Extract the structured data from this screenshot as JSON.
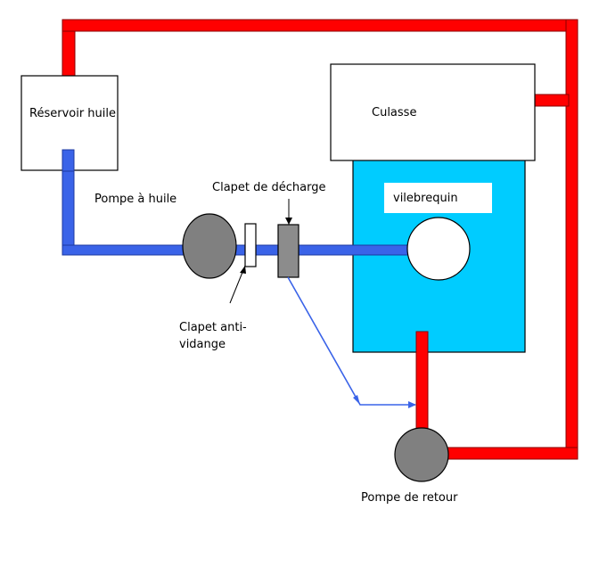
{
  "labels": {
    "reservoir": "Réservoir huile",
    "culasse": "Culasse",
    "vilebrequin": "vilebrequin",
    "pompe_huile": "Pompe à huile",
    "clapet_decharge": "Clapet de décharge",
    "clapet_anti_line1": "Clapet anti-",
    "clapet_anti_line2": "vidange",
    "pompe_retour": "Pompe de retour"
  },
  "colors": {
    "pressure_line": "#3a63e8",
    "return_line": "#ff0000",
    "crankcase": "#00ccff",
    "pump": "#808080",
    "valve": "#8c8c8c"
  }
}
